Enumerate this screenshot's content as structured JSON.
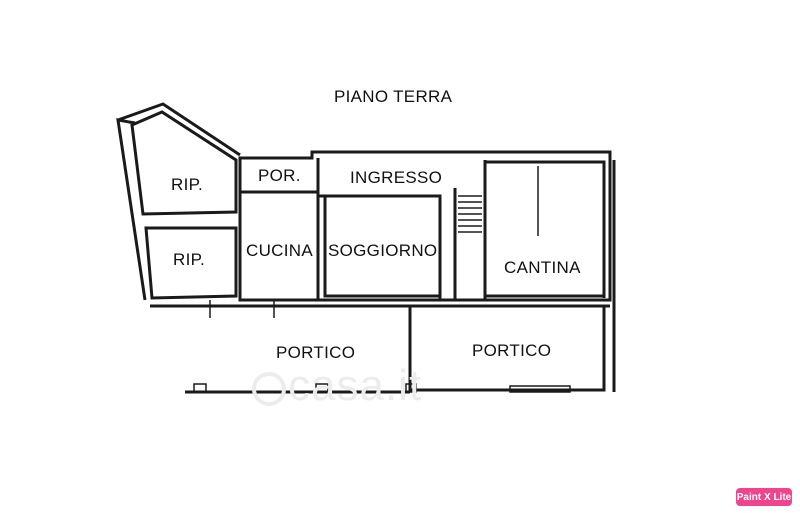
{
  "title": "PIANO TERRA",
  "rooms": {
    "rip_top": "RIP.",
    "rip_bottom": "RIP.",
    "porch_small": "POR.",
    "ingresso": "INGRESSO",
    "cucina": "CUCINA",
    "soggiorno": "SOGGIORNO",
    "cantina": "CANTINA",
    "portico_left": "PORTICO",
    "portico_right": "PORTICO"
  },
  "watermark": "casa.it",
  "badge": "Paint X Lite",
  "colors": {
    "wall": "#1a1a1a",
    "background": "#ffffff",
    "badge": "#f0448c"
  }
}
